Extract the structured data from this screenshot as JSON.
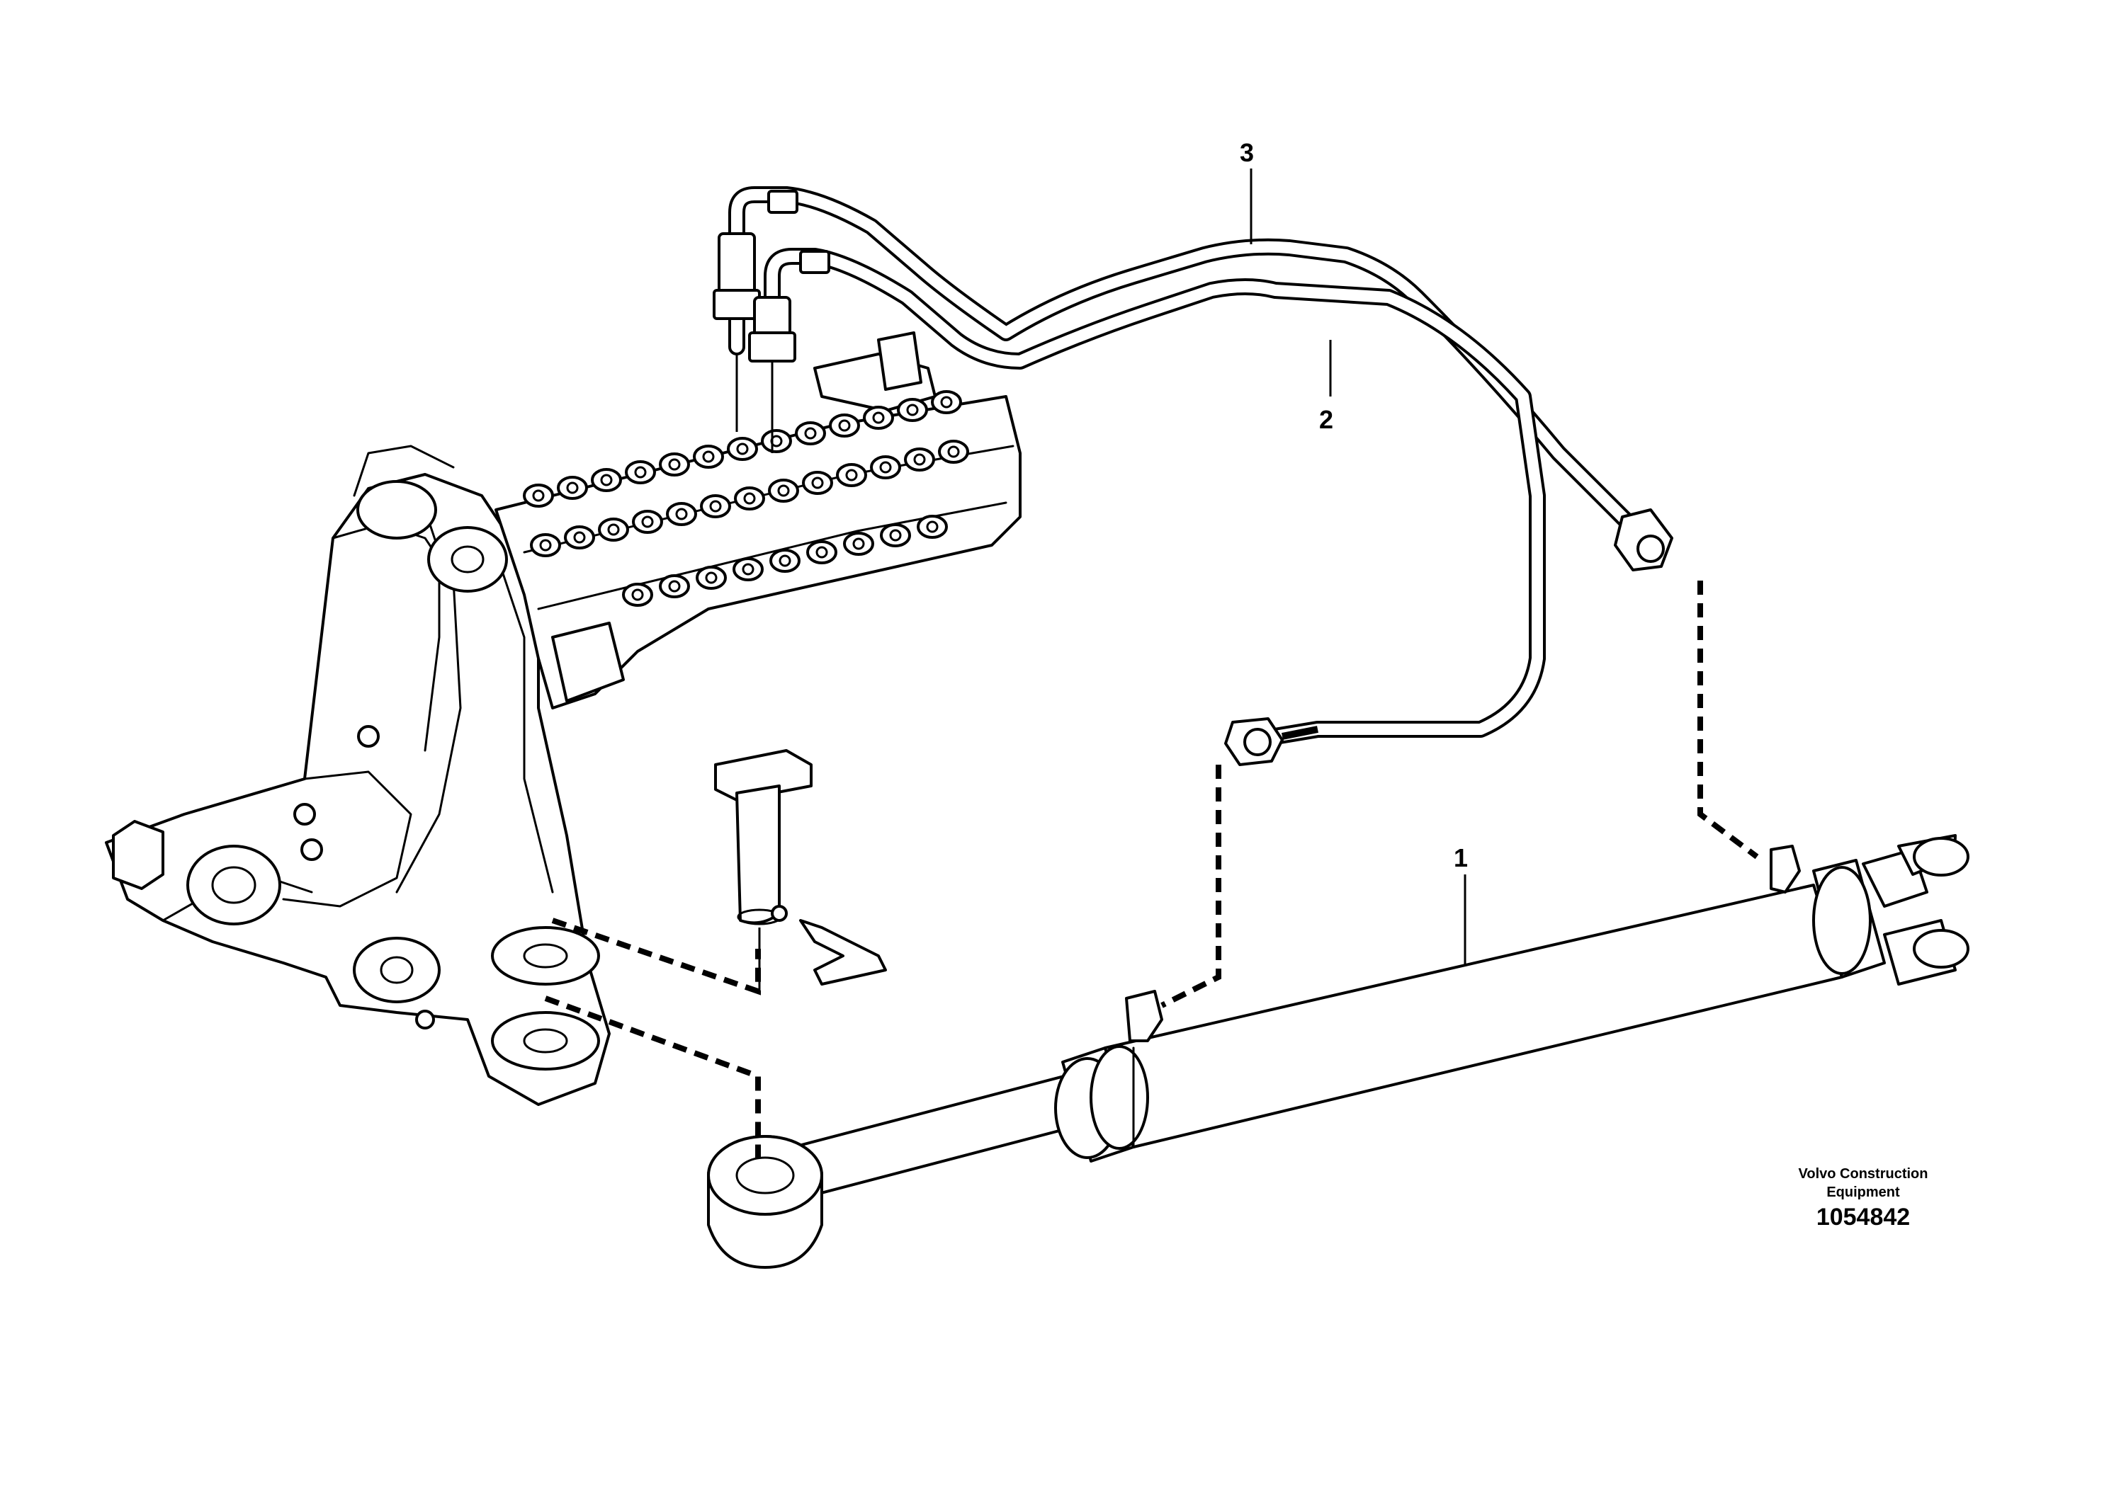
{
  "callouts": {
    "item1": "1",
    "item2": "2",
    "item3": "3"
  },
  "caption": {
    "line1": "Volvo Construction",
    "line2": "Equipment",
    "part_number": "1054842"
  }
}
